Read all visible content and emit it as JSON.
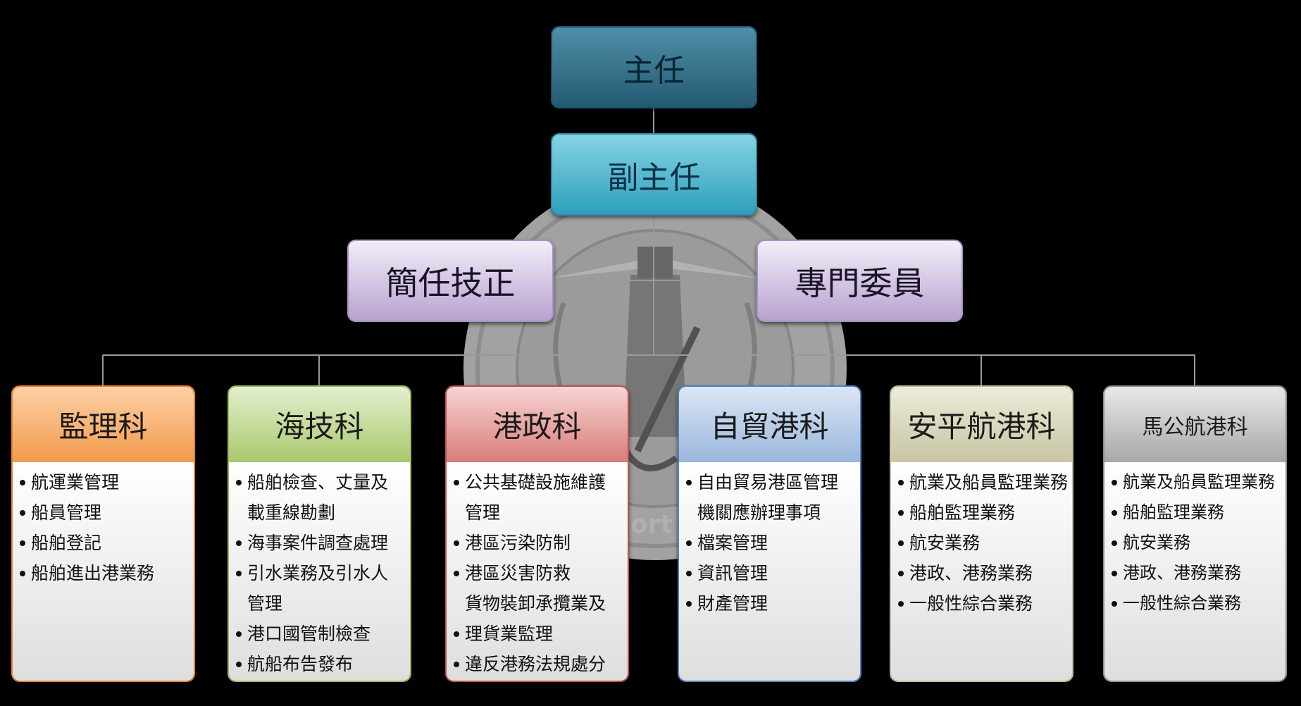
{
  "director": "主任",
  "deputy": "副主任",
  "senior_technician": "簡任技正",
  "commissioner": "專門委員",
  "departments": [
    {
      "name": "監理科",
      "items": [
        "航運業管理",
        "船員管理",
        "船舶登記",
        "船舶進出港業務"
      ]
    },
    {
      "name": "海技科",
      "items": [
        "船舶檢查、丈量及",
        "載重線勘劃",
        "海事案件調查處理",
        "引水業務及引水人",
        "管理",
        "港口國管制檢查",
        "航船布告發布"
      ]
    },
    {
      "name": "港政科",
      "items": [
        "公共基礎設施維護",
        "管理",
        "港區污染防制",
        "港區災害防救",
        "貨物裝卸承攬業及",
        "理貨業監理",
        "違反港務法規處分"
      ]
    },
    {
      "name": "自貿港科",
      "items": [
        "自由貿易港區管理",
        "機關應辦理事項",
        "檔案管理",
        "資訊管理",
        "財產管理"
      ]
    },
    {
      "name": "安平航港科",
      "items": [
        "航業及船員監理業務",
        "船舶監理業務",
        "航安業務",
        "港政、港務業務",
        "一般性綜合業務"
      ]
    },
    {
      "name": "馬公航港科",
      "items": [
        "航業及船員監理業務",
        "船舶監理業務",
        "航安業務",
        "港政、港務業務",
        "一般性綜合業務"
      ]
    }
  ],
  "continuation_items": {
    "海技科": [
      1,
      4
    ],
    "港政科": [
      1,
      4
    ],
    "自貿港科": [
      1
    ]
  },
  "emblem_text": "ort",
  "colors": {
    "background": "#000000",
    "director": "#2f6f88",
    "deputy": "#45b5cf",
    "staff": "#c7b8dc",
    "dept1": "#f49a4b",
    "dept2": "#a9c86c",
    "dept3": "#d97c79",
    "dept4": "#9ab6dc",
    "dept5": "#c7c5a2",
    "dept6": "#a8a8a8"
  }
}
